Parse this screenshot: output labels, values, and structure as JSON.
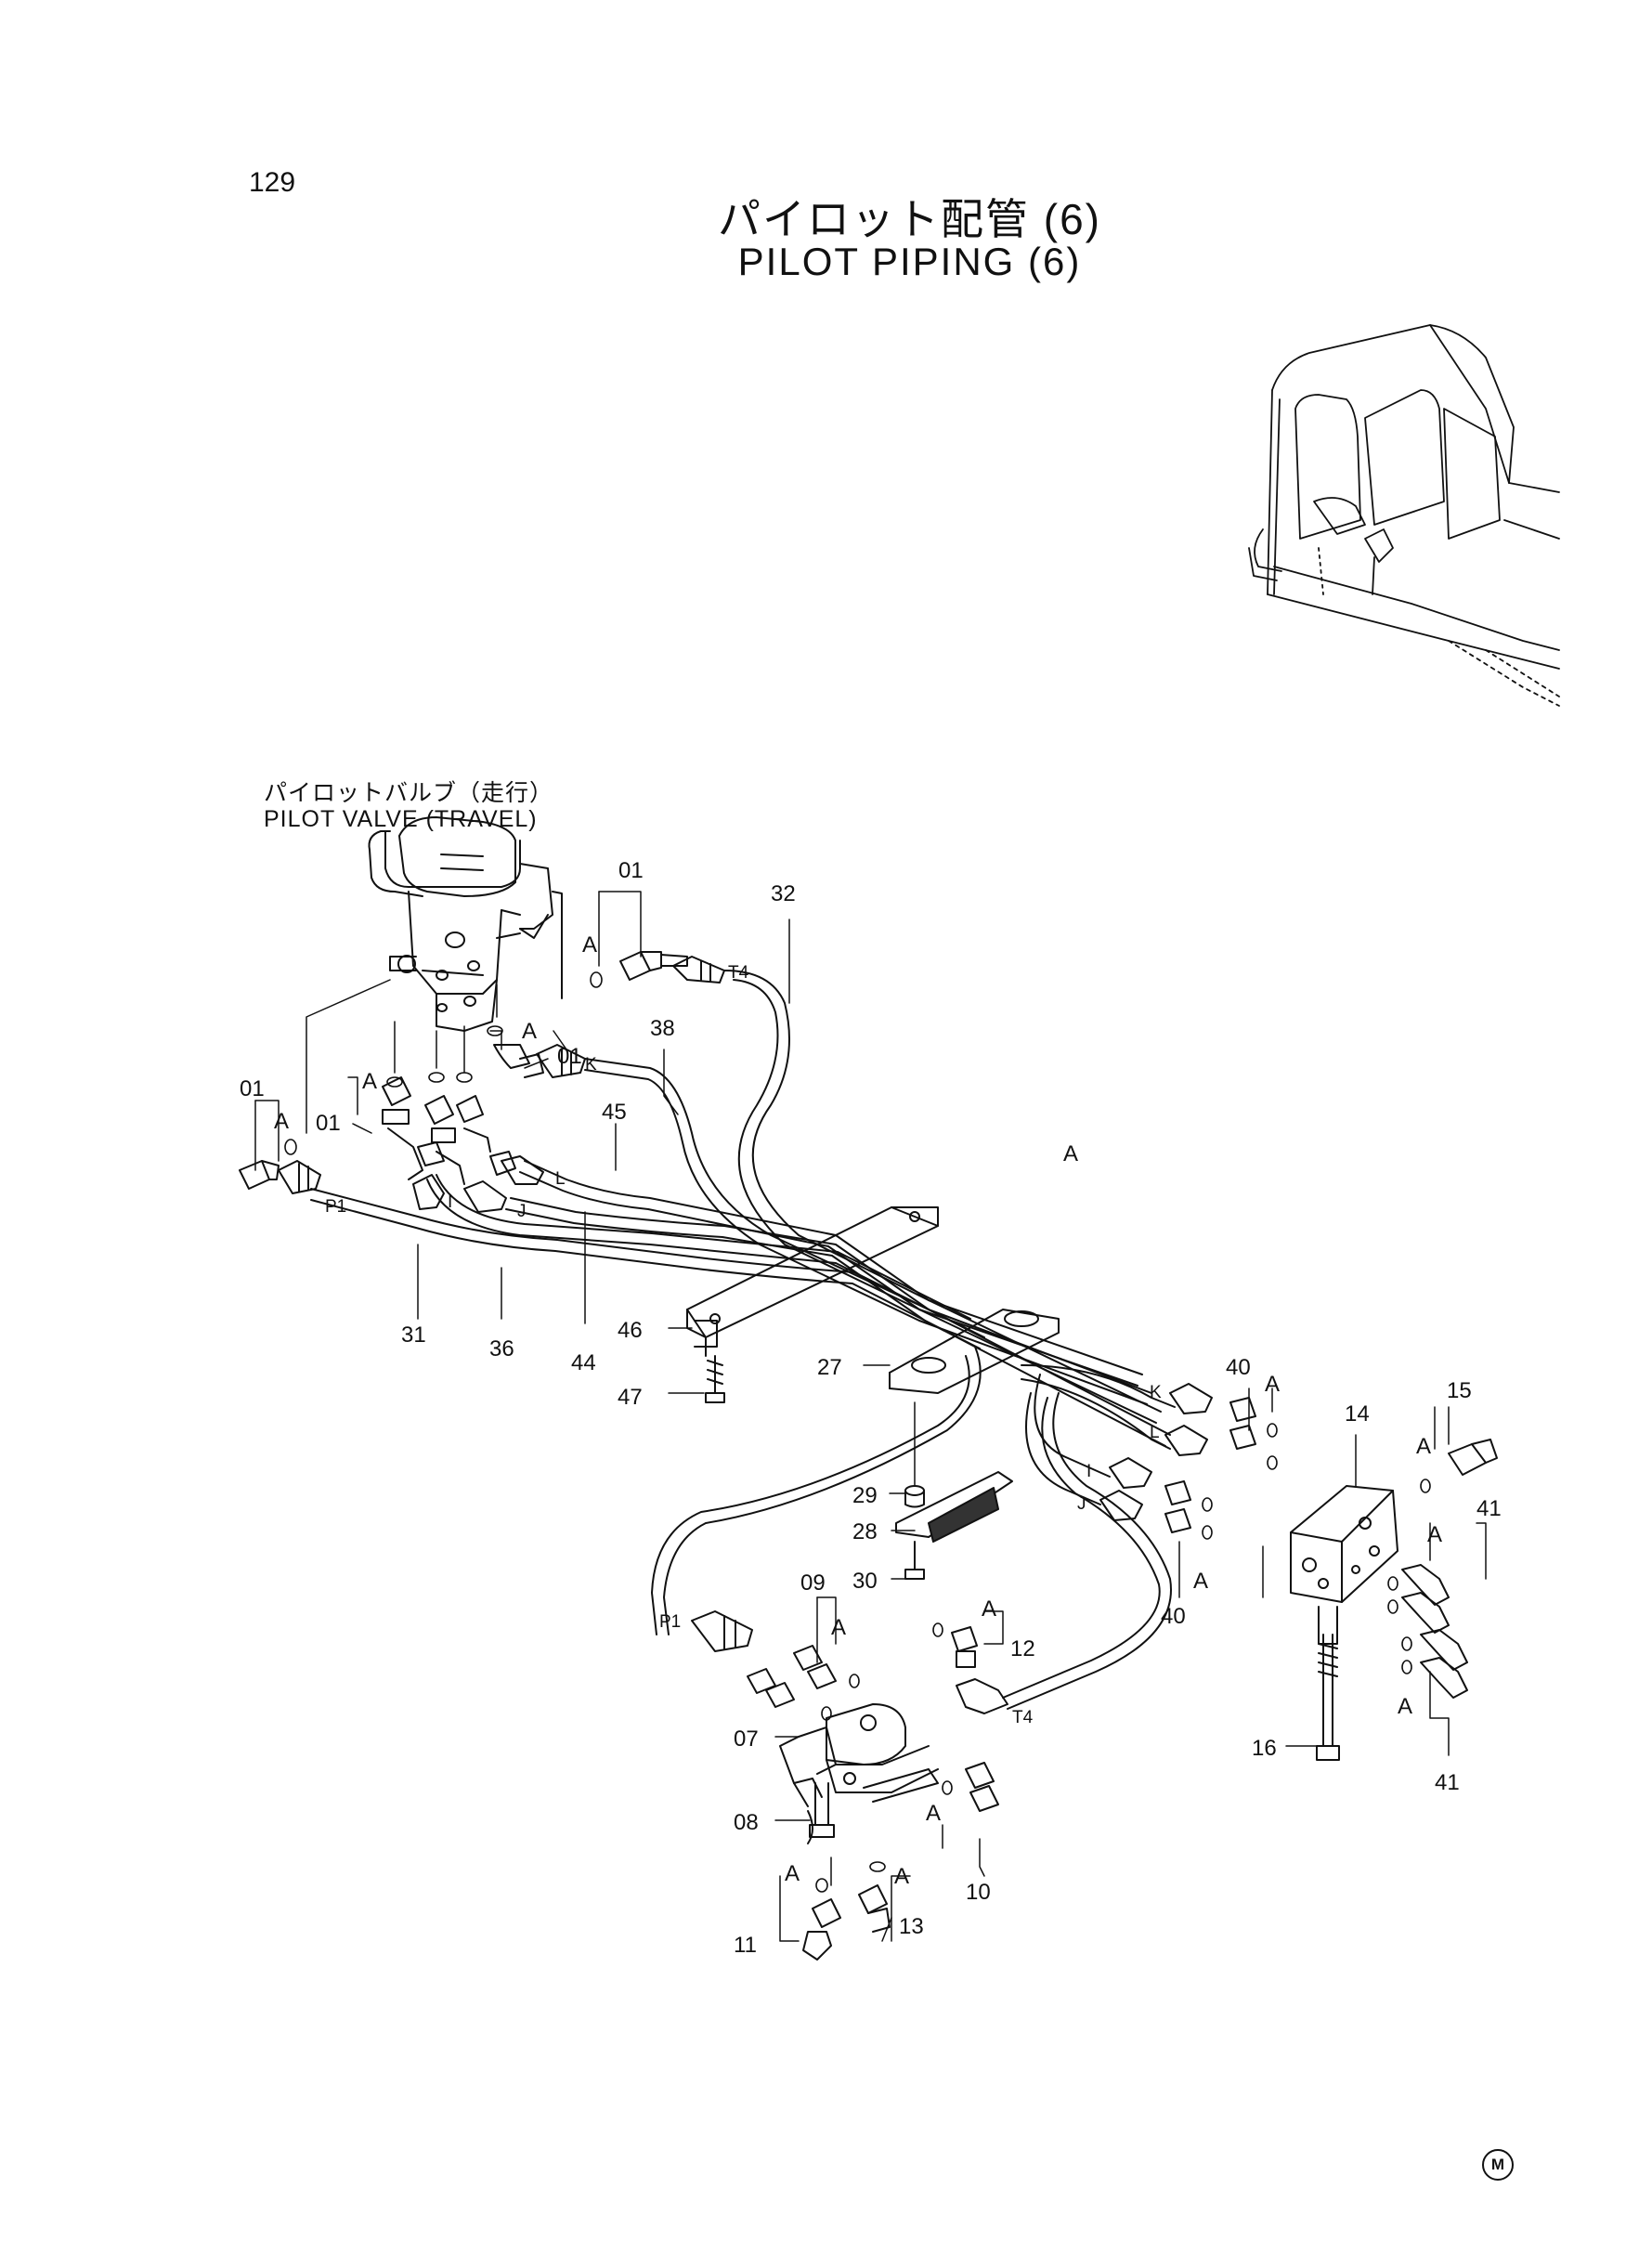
{
  "page_number": "129",
  "title_jp": "パイロット配管 (6)",
  "title_en": "PILOT PIPING (6)",
  "pilot_valve_label_jp": "パイロットバルブ（走行）",
  "pilot_valve_label_en": "PILOT VALVE (TRAVEL)",
  "callouts": [
    "01",
    "01",
    "01",
    "01",
    "32",
    "38",
    "45",
    "31",
    "36",
    "44",
    "46",
    "47",
    "27",
    "29",
    "28",
    "30",
    "09",
    "12",
    "07",
    "08",
    "11",
    "13",
    "10",
    "40",
    "40",
    "14",
    "15",
    "41",
    "41",
    "16"
  ],
  "detail_marks": [
    "A",
    "A",
    "A",
    "A",
    "A",
    "A",
    "A",
    "A",
    "A",
    "A",
    "A",
    "A",
    "A",
    "A",
    "A"
  ],
  "port_labels": [
    "T4",
    "K",
    "L",
    "I",
    "J",
    "P1",
    "K",
    "L",
    "I",
    "J",
    "P1",
    "T4"
  ],
  "manufacturer_mark": "M",
  "colors": {
    "ink": "#111111",
    "background": "#ffffff"
  }
}
